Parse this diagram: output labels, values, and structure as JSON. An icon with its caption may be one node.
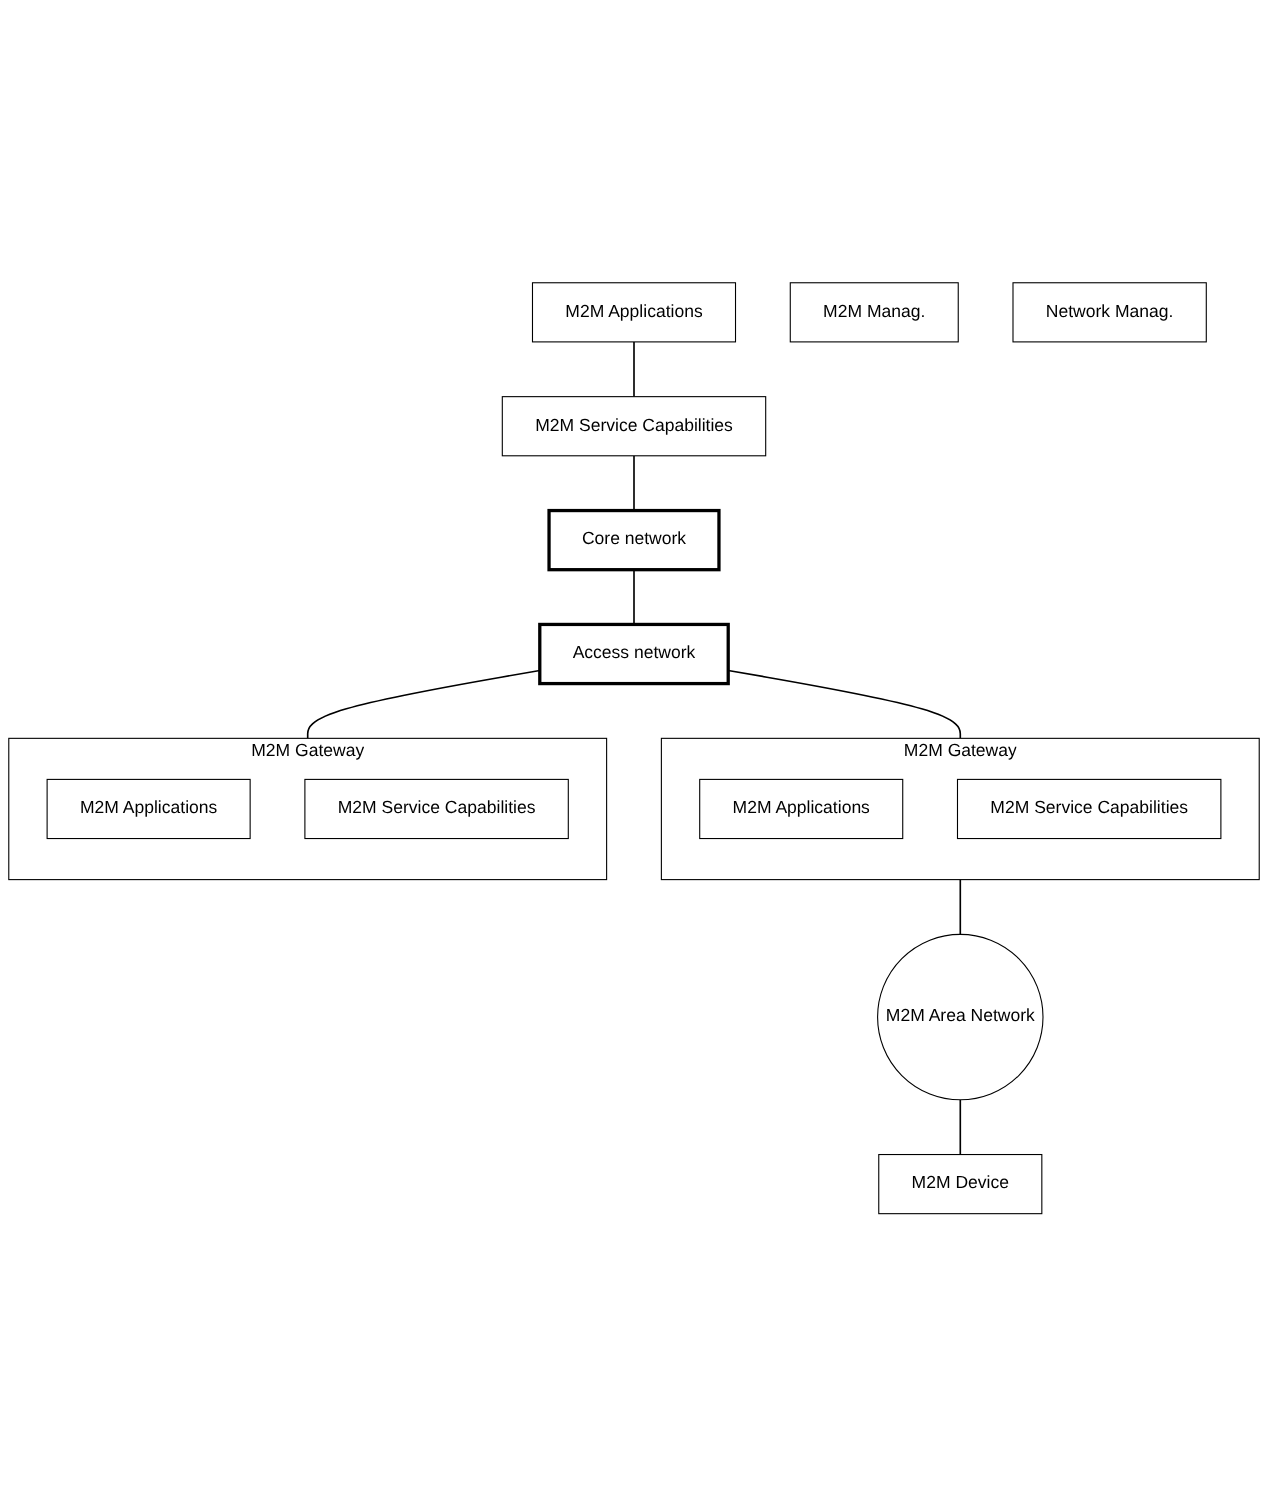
{
  "diagram": {
    "nodes": [
      {
        "text": [
          "M2M Applications"
        ]
      },
      {
        "text": [
          "M2M Service Capabilities"
        ]
      },
      {
        "text": [
          "M2M Manag."
        ]
      },
      {
        "text": [
          "Core network"
        ]
      },
      {
        "text": [
          "Access network"
        ]
      },
      {
        "text": [
          "Network Manag."
        ]
      },
      {
        "text": [
          "M2M Gateway"
        ]
      },
      {
        "text": [
          "M2M Applications"
        ],
        "in": 6
      },
      {
        "text": [
          "M2M Service Capabilities"
        ],
        "in": 6
      },
      {
        "text": [
          "M2M Area Network"
        ]
      },
      {
        "text": [
          "M2M Device"
        ]
      },
      {
        "text": [
          "M2M Gateway"
        ]
      },
      {
        "text": [
          "M2M Applications"
        ],
        "in": 11
      },
      {
        "text": [
          "M2M Service Capabilities"
        ],
        "in": 11
      }
    ],
    "edges": [
      {
        "from": 0,
        "to": 1,
        "arrow": "none"
      },
      {
        "from": 1,
        "to": 3,
        "arrow": "none"
      },
      {
        "from": 3,
        "to": 4,
        "arrow": "none"
      },
      {
        "from": 4,
        "to": 6,
        "arrow": "none"
      },
      {
        "from": 4,
        "to": 11,
        "arrow": "none"
      },
      {
        "from": 6,
        "to": 9,
        "arrow": "none"
      },
      {
        "from": 9,
        "to": 10,
        "arrow": "none"
      }
    ]
  }
}
